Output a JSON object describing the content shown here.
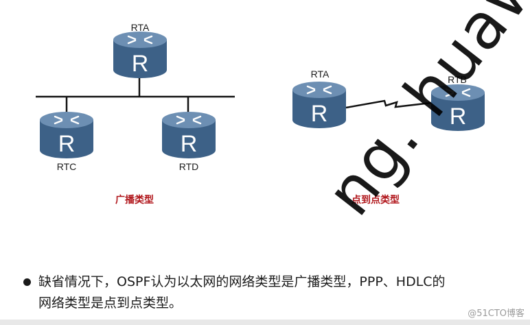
{
  "colors": {
    "router_top": "#6d8fb3",
    "router_body": "#3d6187",
    "accent_red": "#b0151a",
    "text": "#1a1a1a"
  },
  "broadcast": {
    "routers": {
      "top": "RTA",
      "left": "RTC",
      "right": "RTD"
    },
    "caption": "广播类型"
  },
  "p2p": {
    "routers": {
      "left": "RTA",
      "right": "RTB"
    },
    "caption": "点到点类型"
  },
  "router_letter": "R",
  "bullet": {
    "line1": "缺省情况下，OSPF认为以太网的网络类型是广播类型，PPP、HDLC的",
    "line2": "网络类型是点到点类型。"
  },
  "watermark": "ng. huaw",
  "credit": "@51CTO博客",
  "icons": [
    "router-icon",
    "serial-link-icon",
    "bullet-icon"
  ]
}
